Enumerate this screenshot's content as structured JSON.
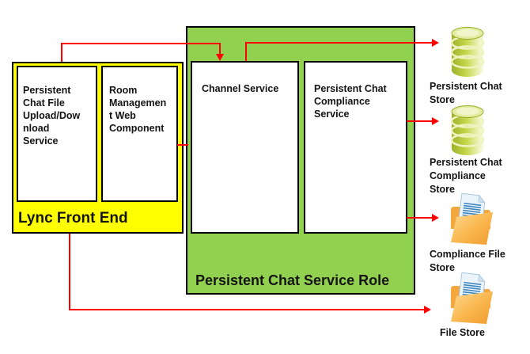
{
  "front_end": {
    "title": "Lync Front End",
    "services": [
      {
        "label": "Persistent\nChat File\nUpload/Dow\nnload\nService"
      },
      {
        "label": "Room\nManagemen\nt Web\nComponent"
      }
    ]
  },
  "chat_role": {
    "title": "Persistent Chat Service Role",
    "services": [
      {
        "label": "Channel Service"
      },
      {
        "label": "Persistent Chat\nCompliance\nService"
      }
    ]
  },
  "stores": [
    {
      "icon": "database-icon",
      "label": "Persistent Chat\nStore"
    },
    {
      "icon": "database-icon",
      "label": "Persistent Chat\nCompliance\nStore"
    },
    {
      "icon": "folder-icon",
      "label": "Compliance File\nStore"
    },
    {
      "icon": "folder-icon",
      "label": "File Store"
    }
  ],
  "colors": {
    "front_end_fill": "#ffff00",
    "role_fill": "#92d050",
    "service_box_fill": "#ffffff",
    "connector": "#ff0000",
    "border": "#000000",
    "database_icon": "#c4d649",
    "folder_icon": "#f6a93b"
  }
}
